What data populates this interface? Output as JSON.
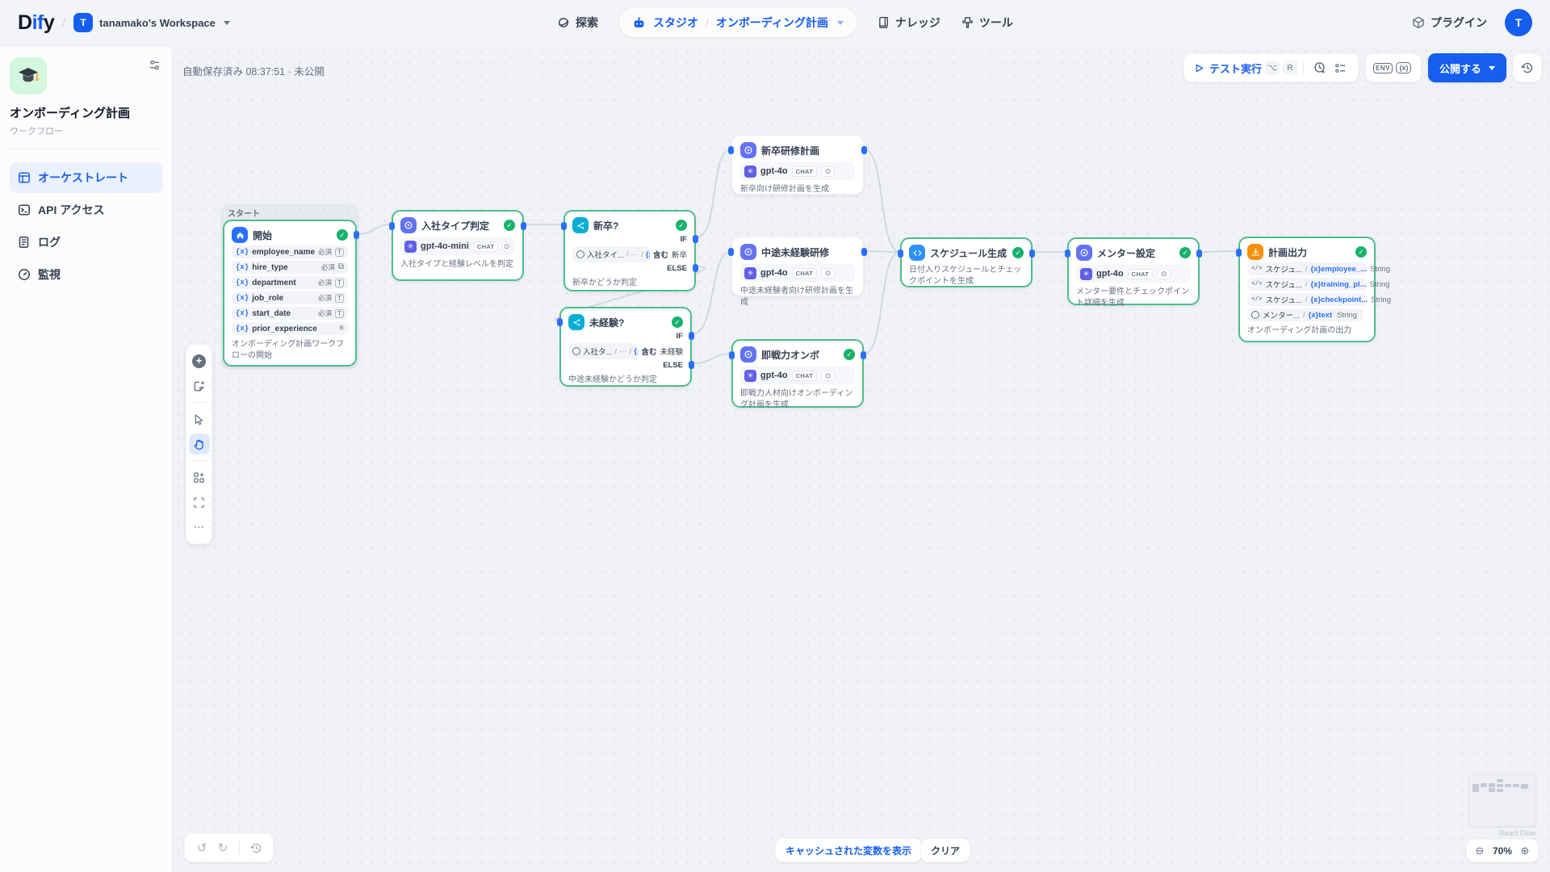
{
  "colors": {
    "accent": "#155EEF",
    "success": "#17B26A",
    "llm_icon_bg": "#6172F3",
    "if_icon_bg": "#06AED4",
    "start_icon_bg": "#2970FF",
    "end_icon_bg": "#F79009"
  },
  "icons": {
    "check": "✓",
    "play": "▶",
    "more": "⋯",
    "undo": "↺",
    "redo": "↻",
    "zoom_out": "⊖",
    "zoom_in": "⊕",
    "eye": "⊙",
    "env": "ENV",
    "variables": "x",
    "code": "</>",
    "openai": "✳",
    "slash": "/",
    "dots": "···",
    "plus": "+"
  },
  "header": {
    "logo": {
      "part1": "D",
      "part2": "if",
      "part3": "y"
    },
    "workspace": {
      "initial": "T",
      "name": "tanamako's Workspace"
    },
    "nav": {
      "explore": "探索",
      "studio": "スタジオ",
      "current_app": "オンボーディング計画",
      "knowledge": "ナレッジ",
      "tools": "ツール",
      "plugins": "プラグイン"
    },
    "avatar_initial": "T"
  },
  "sidebar": {
    "app": {
      "title": "オンボーディング計画",
      "subtitle": "ワークフロー"
    },
    "items": [
      {
        "label": "オーケストレート"
      },
      {
        "label": "API アクセス"
      },
      {
        "label": "ログ"
      },
      {
        "label": "監視"
      }
    ]
  },
  "toolbar": {
    "autosave": "自動保存済み 08:37:51 · 未公開",
    "test_run": "テスト実行",
    "shortcut_keys": [
      "⌥",
      "R"
    ],
    "publish": "公開する"
  },
  "canvas": {
    "group_label": "スタート",
    "cached_vars": "キャッシュされた変数を表示",
    "clear": "クリア",
    "zoom": "70%",
    "attribution": "React Flow"
  },
  "nodes": {
    "start": {
      "title": "開始",
      "desc": "オンボーディング計画ワークフローの開始",
      "vars": [
        {
          "prefix": "{x}",
          "name": "employee_name",
          "req": "必須",
          "icon": "T"
        },
        {
          "prefix": "{x}",
          "name": "hire_type",
          "req": "必須",
          "icon": "⧉"
        },
        {
          "prefix": "{x}",
          "name": "department",
          "req": "必須",
          "icon": "T"
        },
        {
          "prefix": "{x}",
          "name": "job_role",
          "req": "必須",
          "icon": "T"
        },
        {
          "prefix": "{x}",
          "name": "start_date",
          "req": "必須",
          "icon": "T"
        },
        {
          "prefix": "{x}",
          "name": "prior_experience",
          "req": "",
          "icon": "≡"
        }
      ]
    },
    "classify": {
      "title": "入社タイプ判定",
      "model": "gpt-4o-mini",
      "badge": "CHAT",
      "desc": "入社タイプと経験レベルを判定"
    },
    "if_new_grad": {
      "title": "新卒?",
      "if_label": "IF",
      "else_label": "ELSE",
      "cond_source": "入社タイ...",
      "cond_mid": "···",
      "cond_var": "{x}t...",
      "op": "含む",
      "value": "新卒",
      "desc": "新卒かどうか判定"
    },
    "if_inexp": {
      "title": "未経験?",
      "if_label": "IF",
      "else_label": "ELSE",
      "cond_source": "入社タ...",
      "cond_mid": "···",
      "cond_var": "{x}t...",
      "op": "含む",
      "value": "未経験",
      "desc": "中途未経験かどうか判定"
    },
    "new_grad_plan": {
      "title": "新卒研修計画",
      "model": "gpt-4o",
      "badge": "CHAT",
      "desc": "新卒向け研修計画を生成"
    },
    "midcareer_plan": {
      "title": "中途未経験研修",
      "model": "gpt-4o",
      "badge": "CHAT",
      "desc": "中途未経験者向け研修計画を生成"
    },
    "experienced_plan": {
      "title": "即戦力オンボ",
      "model": "gpt-4o",
      "badge": "CHAT",
      "desc": "即戦力人材向けオンボーディング計画を生成"
    },
    "schedule": {
      "title": "スケジュール生成",
      "desc": "日付入りスケジュールとチェックポイントを生成"
    },
    "mentor": {
      "title": "メンター設定",
      "model": "gpt-4o",
      "badge": "CHAT",
      "desc": "メンター要件とチェックポイント詳細を生成"
    },
    "output": {
      "title": "計画出力",
      "desc": "オンボーディング計画の出力",
      "rows": [
        {
          "source": "スケジュ...",
          "var": "{x}employee_...",
          "type": "String"
        },
        {
          "source": "スケジュ...",
          "var": "{x}training_pl...",
          "type": "String"
        },
        {
          "source": "スケジュ...",
          "var": "{x}checkpoint...",
          "type": "String"
        },
        {
          "source": "メンター...",
          "var": "{x}text",
          "type": "String"
        }
      ]
    }
  }
}
